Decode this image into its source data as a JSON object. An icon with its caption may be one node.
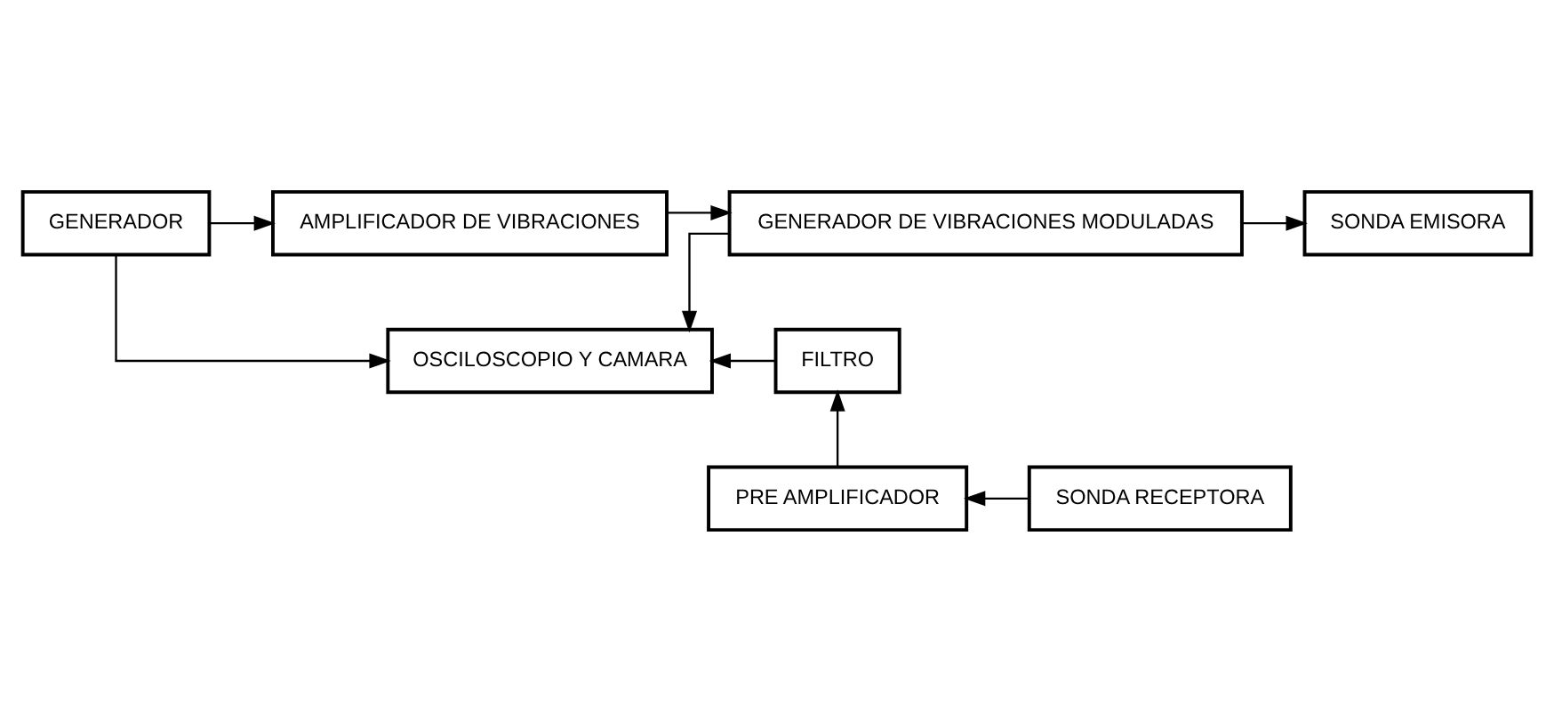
{
  "diagram": {
    "nodes": [
      {
        "text": [
          "GENERADOR"
        ]
      },
      {
        "text": [
          "AMPLIFICADOR DE VIBRACIONES"
        ]
      },
      {
        "text": [
          "GENERADOR DE VIBRACIONES MODULADAS"
        ]
      },
      {
        "text": [
          "SONDA EMISORA"
        ]
      },
      {
        "text": [
          "OSCILOSCOPIO Y CAMARA"
        ]
      },
      {
        "text": [
          "FILTRO"
        ]
      },
      {
        "text": [
          "PRE AMPLIFICADOR"
        ]
      },
      {
        "text": [
          "SONDA RECEPTORA"
        ]
      }
    ],
    "edges": [
      {
        "from": 0,
        "to": 1,
        "arrow": "to"
      },
      {
        "from": 1,
        "to": 2,
        "arrow": "to"
      },
      {
        "from": 2,
        "to": 3,
        "arrow": "to"
      },
      {
        "from": 0,
        "to": 4,
        "arrow": "to"
      },
      {
        "from": 2,
        "to": 4,
        "arrow": "to"
      },
      {
        "from": 5,
        "to": 4,
        "arrow": "to"
      },
      {
        "from": 6,
        "to": 5,
        "arrow": "to"
      },
      {
        "from": 7,
        "to": 6,
        "arrow": "to"
      }
    ]
  }
}
